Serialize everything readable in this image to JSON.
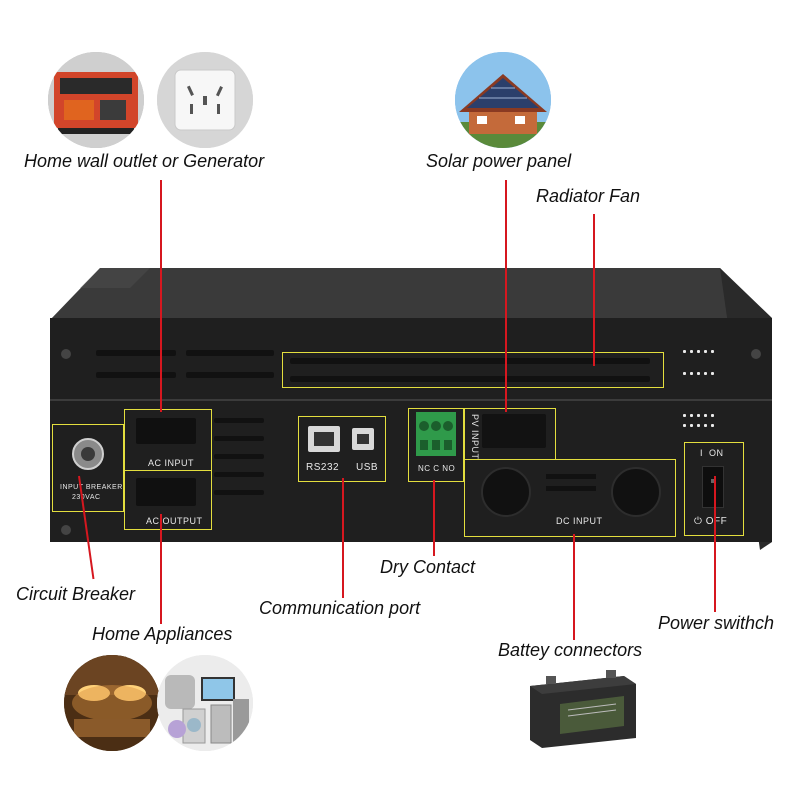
{
  "callouts": {
    "home_wall_outlet": "Home wall outlet or Generator",
    "solar_panel": "Solar power panel",
    "radiator_fan": "Radiator Fan",
    "circuit_breaker": "Circuit Breaker",
    "dry_contact": "Dry Contact",
    "communication_port": "Communication port",
    "home_appliances": "Home Appliances",
    "power_switch": "Power swithch",
    "battery_connectors": "Battey connectors"
  },
  "panel_labels": {
    "ac_input": "AC  INPUT",
    "ac_output": "AC OUTPUT",
    "input_breaker_line1": "INPUT BREAKER",
    "input_breaker_line2": "230VAC",
    "rs232": "RS232",
    "usb": "USB",
    "nc_c_no": "NC  C  NO",
    "pv_input": "PV INPUT",
    "dc_input": "DC  INPUT",
    "on": "ON",
    "off": "OFF"
  },
  "colors": {
    "leader_line": "#d6171f",
    "highlight_box": "#e3de3e",
    "device_body": "#1e1e1e",
    "terminal_green": "#2f9a4a"
  },
  "icons": [
    "generator-icon",
    "wall-socket-icon",
    "solar-house-icon",
    "lamp-icon",
    "appliances-icon",
    "battery-icon",
    "power-icon"
  ]
}
